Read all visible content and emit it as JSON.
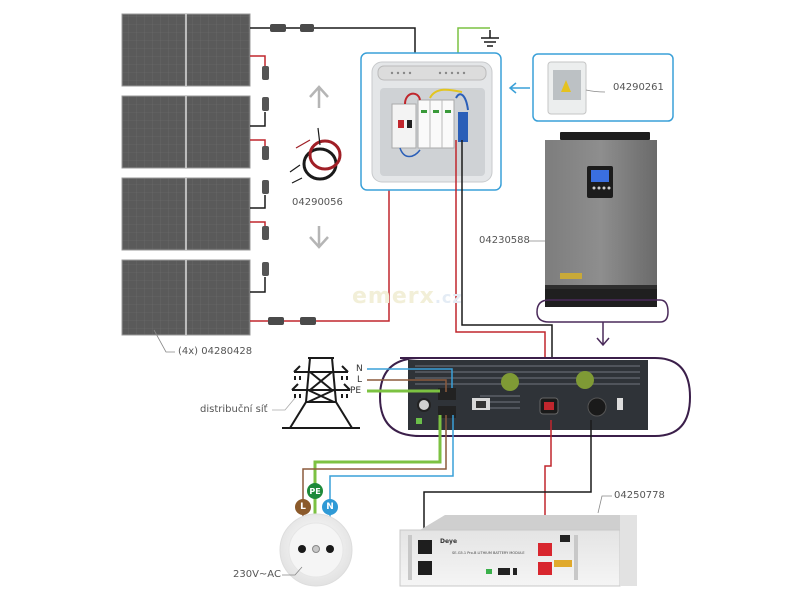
{
  "products": {
    "solar_panels": "(4x) 04280428",
    "pv_cable": "04290056",
    "dc_junction_box": "04290261",
    "hybrid_inverter": "04230588",
    "battery": "04250778"
  },
  "labels": {
    "grid": "distribuční síť",
    "outlet": "230V~AC",
    "watermark_main": "emerx",
    "watermark_tld": ".cz",
    "battery_brand": "Deye",
    "battery_model": "SE-G5.1 Pro-B LITHIUM BATTERY MODULE"
  },
  "grid_lines": {
    "n": "N",
    "l": "L",
    "pe": "PE"
  },
  "outlet_badges": {
    "l": "L",
    "pe": "PE",
    "n": "N"
  },
  "colors": {
    "wire_red": "#c0262d",
    "wire_black": "#1a1a1a",
    "wire_green": "#7cc242",
    "wire_brown": "#8b5a3c",
    "wire_blue": "#3aa0d8",
    "highlight_purple": "#4a2a5a",
    "callout_blue": "#3aa0d8",
    "badge_brown": "#8b5a2b",
    "badge_green": "#1e8a3a",
    "badge_blue": "#2f9ad6"
  }
}
